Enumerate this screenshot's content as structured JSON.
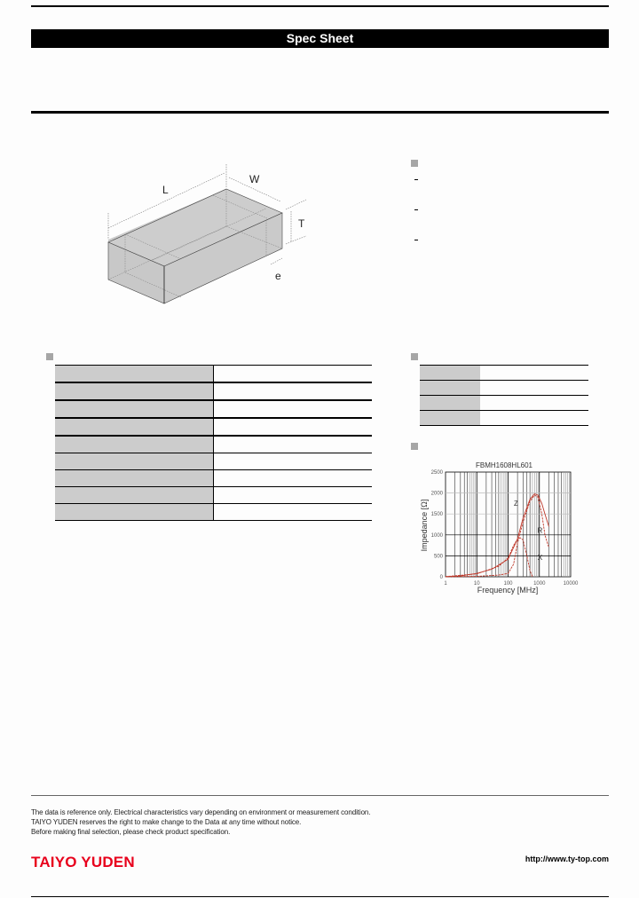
{
  "header": {
    "title": "Spec Sheet"
  },
  "drawing": {
    "labels": {
      "length": "L",
      "width": "W",
      "thickness": "T",
      "electrode": "e"
    }
  },
  "features": {
    "bullet_count": 3
  },
  "specs_table": {
    "rows": [
      {
        "label": "",
        "value": ""
      },
      {
        "label": "",
        "value": ""
      },
      {
        "label": "",
        "value": ""
      },
      {
        "label": "",
        "value": ""
      },
      {
        "label": "",
        "value": ""
      },
      {
        "label": "",
        "value": ""
      },
      {
        "label": "",
        "value": ""
      },
      {
        "label": "",
        "value": ""
      },
      {
        "label": "",
        "value": ""
      }
    ]
  },
  "dimensions_table": {
    "rows": [
      {
        "label": "",
        "value": ""
      },
      {
        "label": "",
        "value": ""
      },
      {
        "label": "",
        "value": ""
      },
      {
        "label": "",
        "value": ""
      }
    ]
  },
  "chart_data": {
    "type": "line",
    "title": "FBMH1608HL601",
    "xlabel": "Frequency [MHz]",
    "ylabel": "Impedance [Ω]",
    "xscale": "log",
    "xlim": [
      1,
      10000
    ],
    "ylim": [
      0,
      2500
    ],
    "x_ticks": [
      "1",
      "10",
      "100",
      "1000",
      "10000"
    ],
    "y_ticks": [
      "0",
      "500",
      "1000",
      "1500",
      "2000",
      "2500"
    ],
    "grid": true,
    "line_color": "#c0392b",
    "series": [
      {
        "name": "Z",
        "x": [
          1,
          3,
          10,
          30,
          100,
          200,
          300,
          500,
          700,
          900,
          1200,
          1500,
          2000
        ],
        "values": [
          5,
          20,
          80,
          180,
          420,
          900,
          1400,
          1850,
          1980,
          1950,
          1750,
          1500,
          1200
        ]
      },
      {
        "name": "R",
        "x": [
          1,
          10,
          50,
          100,
          150,
          200,
          300,
          500,
          700,
          900,
          1200,
          1500,
          2000
        ],
        "values": [
          0,
          10,
          40,
          80,
          300,
          800,
          1300,
          1800,
          1950,
          1900,
          1500,
          1000,
          700
        ]
      },
      {
        "name": "X",
        "x": [
          1,
          10,
          50,
          100,
          150,
          200,
          250,
          300,
          400,
          500,
          600
        ],
        "values": [
          5,
          70,
          250,
          450,
          750,
          900,
          930,
          880,
          500,
          150,
          0
        ]
      }
    ],
    "annotations": [
      {
        "text": "Z",
        "x": 180,
        "y": 1700
      },
      {
        "text": "R",
        "x": 1050,
        "y": 1050
      },
      {
        "text": "X",
        "x": 1050,
        "y": 400
      }
    ]
  },
  "footer": {
    "disclaimer_lines": [
      "The data is reference only. Electrical characteristics vary depending on environment or measurement condition.",
      "TAIYO YUDEN reserves the right to make change to the Data at any time without notice.",
      "Before making final selection, please check product specification."
    ],
    "brand": "TAIYO YUDEN",
    "url": "http://www.ty-top.com",
    "brand_color": "#e8001c"
  }
}
